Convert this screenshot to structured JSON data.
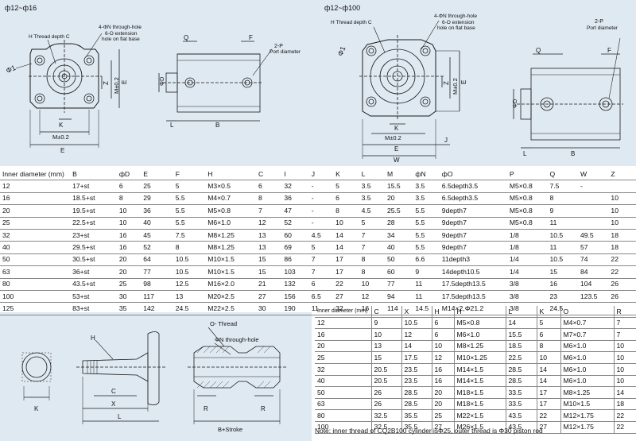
{
  "diagrams": {
    "left_group": {
      "title": "ф12~ф16",
      "labels": {
        "phi1": "Φ1",
        "thread": "H Thread depth C",
        "through_hole": "4-ΦN through-hole",
        "extension": "6-O extension",
        "flat_base": "hole on flat base",
        "z": "Z",
        "m_tol": "M±0.2",
        "e_right": "E",
        "k": "K",
        "m_tol_bottom": "M±0.2",
        "e_bottom": "E",
        "q": "Q",
        "f": "F",
        "port": "2-P",
        "port_diameter": "Port diameter",
        "phi_d": "ΦD",
        "l": "L",
        "b": "B"
      }
    },
    "right_group": {
      "title": "ф12~ф100",
      "labels": {
        "thread": "H Thread depth C",
        "through_hole": "4-ΦN through-hole",
        "extension": "6-O extension",
        "flat_base": "hole on flat base",
        "phi1": "Φ1",
        "z": "Z",
        "m_tol": "M±0.2",
        "e_right": "E",
        "k": "K",
        "m_tol_bottom": "M±0.2",
        "e_bottom": "E",
        "w": "W",
        "j": "J",
        "port": "2-P",
        "port_diameter": "Port diameter",
        "q": "Q",
        "f": "F",
        "phi_d": "ΦD",
        "l": "L",
        "b": "B"
      }
    },
    "bottom_group": {
      "labels": {
        "k": "K",
        "h": "H",
        "c": "C",
        "x": "X",
        "l": "L",
        "o_thread": "O- Thread",
        "through_hole": "ΦN through-hole",
        "r1": "R",
        "r2": "R",
        "b_stroke": "B+Stroke"
      }
    }
  },
  "table1": {
    "headers": [
      "Inner diameter (mm)",
      "B",
      "фD",
      "E",
      "F",
      "H",
      "C",
      "I",
      "J",
      "K",
      "L",
      "M",
      "фN",
      "фO",
      "P",
      "Q",
      "W",
      "Z"
    ],
    "rows": [
      [
        "12",
        "17+st",
        "6",
        "25",
        "5",
        "M3×0.5",
        "6",
        "32",
        "-",
        "5",
        "3.5",
        "15.5",
        "3.5",
        "6.5depth3.5",
        "M5×0.8",
        "7.5",
        "-",
        ""
      ],
      [
        "16",
        "18.5+st",
        "8",
        "29",
        "5.5",
        "M4×0.7",
        "8",
        "36",
        "-",
        "6",
        "3.5",
        "20",
        "3.5",
        "6.5depth3.5",
        "M5×0.8",
        "8",
        "",
        "10"
      ],
      [
        "20",
        "19.5+st",
        "10",
        "36",
        "5.5",
        "M5×0.8",
        "7",
        "47",
        "-",
        "8",
        "4.5",
        "25.5",
        "5.5",
        "9depth7",
        "M5×0.8",
        "9",
        "",
        "10"
      ],
      [
        "25",
        "22.5+st",
        "10",
        "40",
        "5.5",
        "M6×1.0",
        "12",
        "52",
        "-",
        "10",
        "5",
        "28",
        "5.5",
        "9depth7",
        "M5×0.8",
        "11",
        "",
        "10"
      ],
      [
        "32",
        "23+st",
        "16",
        "45",
        "7.5",
        "M8×1.25",
        "13",
        "60",
        "4.5",
        "14",
        "7",
        "34",
        "5.5",
        "9depth7",
        "1/8",
        "10.5",
        "49.5",
        "18"
      ],
      [
        "40",
        "29.5+st",
        "16",
        "52",
        "8",
        "M8×1.25",
        "13",
        "69",
        "5",
        "14",
        "7",
        "40",
        "5.5",
        "9depth7",
        "1/8",
        "11",
        "57",
        "18"
      ],
      [
        "50",
        "30.5+st",
        "20",
        "64",
        "10.5",
        "M10×1.5",
        "15",
        "86",
        "7",
        "17",
        "8",
        "50",
        "6.6",
        "11depth3",
        "1/4",
        "10.5",
        "74",
        "22"
      ],
      [
        "63",
        "36+st",
        "20",
        "77",
        "10.5",
        "M10×1.5",
        "15",
        "103",
        "7",
        "17",
        "8",
        "60",
        "9",
        "14depth10.5",
        "1/4",
        "15",
        "84",
        "22"
      ],
      [
        "80",
        "43.5+st",
        "25",
        "98",
        "12.5",
        "M16×2.0",
        "21",
        "132",
        "6",
        "22",
        "10",
        "77",
        "11",
        "17.5depth13.5",
        "3/8",
        "16",
        "104",
        "26"
      ],
      [
        "100",
        "53+st",
        "30",
        "117",
        "13",
        "M20×2.5",
        "27",
        "156",
        "6.5",
        "27",
        "12",
        "94",
        "11",
        "17.5depth13.5",
        "3/8",
        "23",
        "123.5",
        "26"
      ],
      [
        "125",
        "83+st",
        "35",
        "142",
        "24.5",
        "M22×2.5",
        "30",
        "190",
        "11",
        "32",
        "16",
        "114",
        "14.5",
        "M14×2,Φ21.2",
        "3/8",
        "24.5",
        "",
        ""
      ]
    ]
  },
  "table2": {
    "headers": [
      "Inner diameter (mm)",
      "C",
      "X",
      "H",
      "H",
      "L",
      "K",
      "O",
      "R"
    ],
    "rows": [
      [
        "12",
        "9",
        "10.5",
        "6",
        "M5×0.8",
        "14",
        "5",
        "M4×0.7",
        "7"
      ],
      [
        "16",
        "10",
        "12",
        "6",
        "M6×1.0",
        "15.5",
        "6",
        "M7×0.7",
        "7"
      ],
      [
        "20",
        "13",
        "14",
        "10",
        "M8×1.25",
        "18.5",
        "8",
        "M6×1.0",
        "10"
      ],
      [
        "25",
        "15",
        "17.5",
        "12",
        "M10×1.25",
        "22.5",
        "10",
        "M6×1.0",
        "10"
      ],
      [
        "32",
        "20.5",
        "23.5",
        "16",
        "M14×1.5",
        "28.5",
        "14",
        "M6×1.0",
        "10"
      ],
      [
        "40",
        "20.5",
        "23.5",
        "16",
        "M14×1.5",
        "28.5",
        "14",
        "M6×1.0",
        "10"
      ],
      [
        "50",
        "26",
        "28.5",
        "20",
        "M18×1.5",
        "33.5",
        "17",
        "M8×1.25",
        "14"
      ],
      [
        "63",
        "26",
        "28.5",
        "20",
        "M18×1.5",
        "33.5",
        "17",
        "M10×1.5",
        "18"
      ],
      [
        "80",
        "32.5",
        "35.5",
        "25",
        "M22×1.5",
        "43.5",
        "22",
        "M12×1.75",
        "22"
      ],
      [
        "100",
        "32.5",
        "35.5",
        "27",
        "M26×1.5",
        "43.5",
        "27",
        "M12×1.75",
        "22"
      ]
    ]
  },
  "note": "Note: inner thread of CQ2B100 cylinder isΦ25, outer thread is Φ30 piston rod",
  "colors": {
    "panel_bg": "#dfe9f2",
    "line": "#1a1a1a",
    "table_border": "#888888"
  }
}
